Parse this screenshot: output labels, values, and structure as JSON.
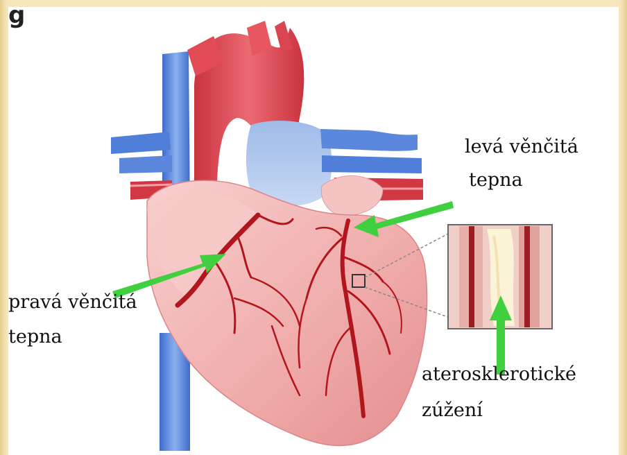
{
  "corner_mark": "g",
  "labels": {
    "left_coronary": [
      "levá věnčitá",
      "tepna"
    ],
    "right_coronary": [
      "pravá věnčitá",
      "tepna"
    ],
    "stenosis": [
      "aterosklerotické",
      "zúžení"
    ]
  },
  "colors": {
    "background": "#f3e3b4",
    "panel": "#ffffff",
    "arrow": "#3fcf3f",
    "artery": "#b2151c",
    "aorta": "#e24a55",
    "vein": "#4f7fd9",
    "heart": "#f2b3b3",
    "label_text": "#111111"
  }
}
